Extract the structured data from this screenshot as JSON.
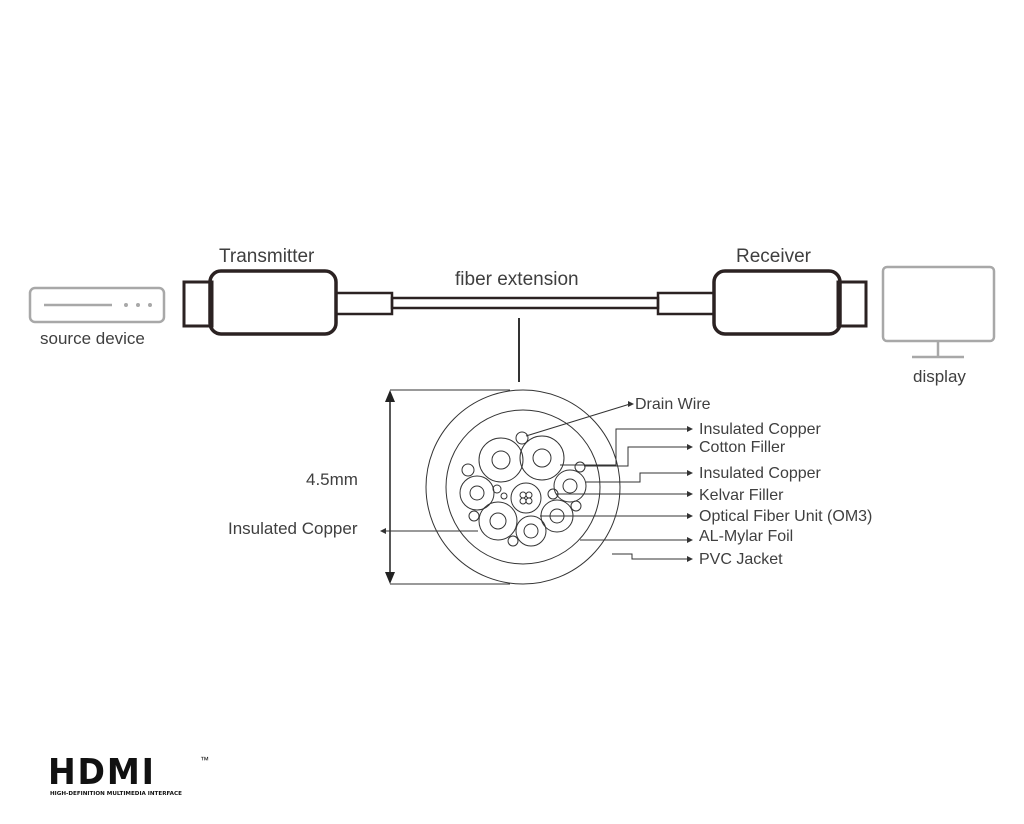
{
  "devices": {
    "source": "source device",
    "display": "display"
  },
  "connectors": {
    "transmitter": "Transmitter",
    "receiver": "Receiver"
  },
  "cable": {
    "label": "fiber extension"
  },
  "cross_section": {
    "diameter": "4.5mm",
    "left_label": "Insulated Copper",
    "labels": [
      "Drain Wire",
      "Insulated Copper",
      "Cotton Filler",
      "Insulated Copper",
      "Kelvar Filler",
      "Optical Fiber Unit (OM3)",
      "AL-Mylar Foil",
      "PVC Jacket"
    ]
  },
  "logo": {
    "wordmark": "HDMI",
    "trademark": "™",
    "tagline": "HIGH-DEFINITION MULTIMEDIA INTERFACE"
  }
}
